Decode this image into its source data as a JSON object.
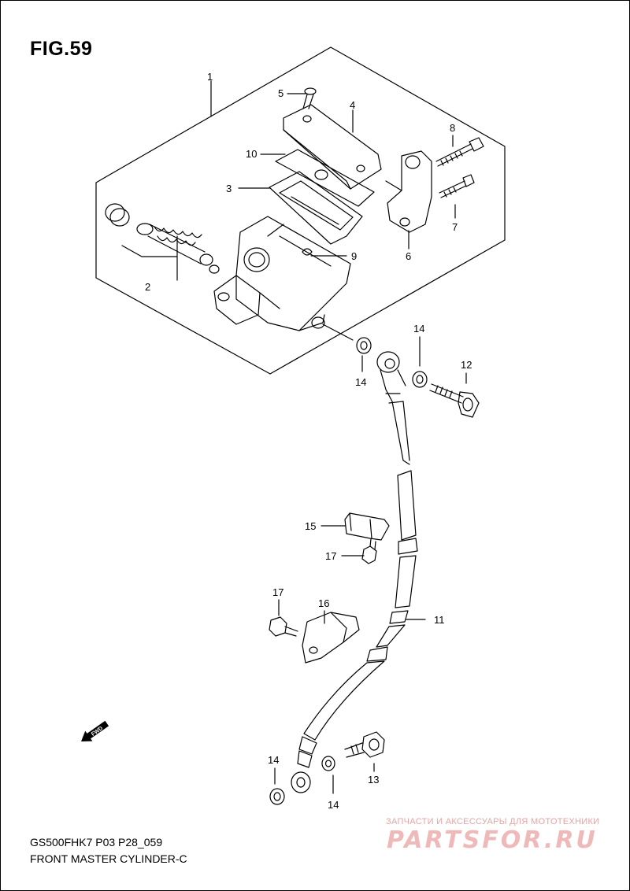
{
  "figure": {
    "title": "FIG.59",
    "model_code": "GS500FHK7 P03 P28_059",
    "caption": "FRONT MASTER CYLINDER-C"
  },
  "callouts": [
    {
      "id": "1",
      "label": "1"
    },
    {
      "id": "2",
      "label": "2"
    },
    {
      "id": "3",
      "label": "3"
    },
    {
      "id": "4",
      "label": "4"
    },
    {
      "id": "5",
      "label": "5"
    },
    {
      "id": "6",
      "label": "6"
    },
    {
      "id": "7",
      "label": "7"
    },
    {
      "id": "8",
      "label": "8"
    },
    {
      "id": "9",
      "label": "9"
    },
    {
      "id": "10",
      "label": "10"
    },
    {
      "id": "11",
      "label": "11"
    },
    {
      "id": "12",
      "label": "12"
    },
    {
      "id": "13",
      "label": "13"
    },
    {
      "id": "14a",
      "label": "14"
    },
    {
      "id": "14b",
      "label": "14"
    },
    {
      "id": "14c",
      "label": "14"
    },
    {
      "id": "14d",
      "label": "14"
    },
    {
      "id": "15",
      "label": "15"
    },
    {
      "id": "16",
      "label": "16"
    },
    {
      "id": "17a",
      "label": "17"
    },
    {
      "id": "17b",
      "label": "17"
    }
  ],
  "direction_arrow": "FWD",
  "watermark": {
    "tagline": "ЗАПЧАСТИ И АКСЕССУАРЫ ДЛЯ МОТОТЕХНИКИ",
    "logo": "PARTSFOR.RU"
  },
  "colors": {
    "line": "#000000",
    "watermark": "#e8a0a0"
  }
}
